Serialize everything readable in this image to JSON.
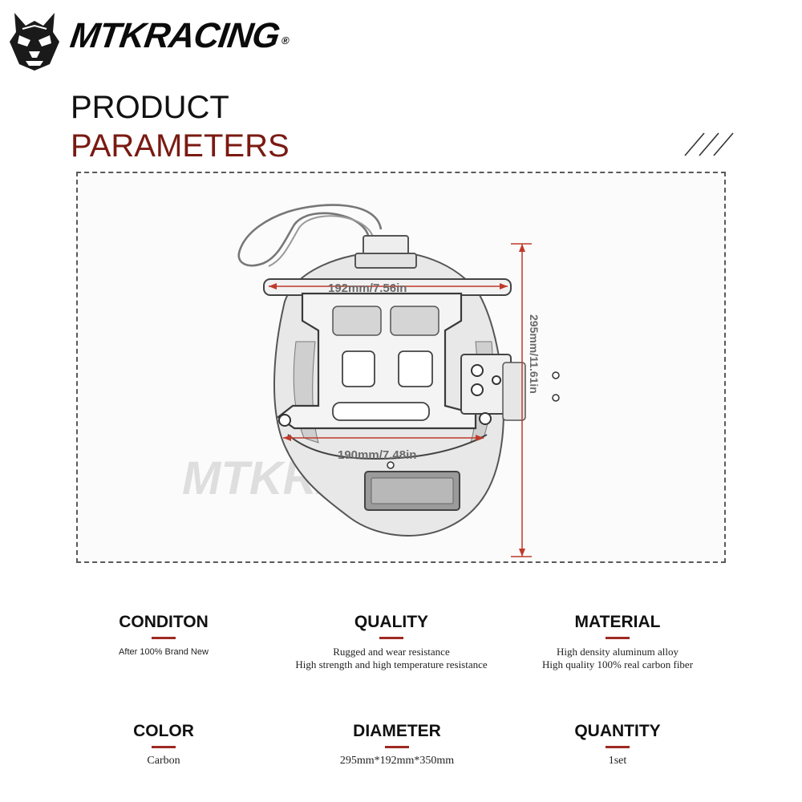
{
  "brand": {
    "name": "MTKRACING",
    "registered": "®",
    "logo_icon": "skull-mascot-icon",
    "watermark": "MTKRACING"
  },
  "title": {
    "line1": "PRODUCT",
    "line2": "PARAMETERS"
  },
  "decor": {
    "slashes_icon": "triple-slash-icon"
  },
  "colors": {
    "accent": "#7a1a12",
    "dimension_line": "#c0392b",
    "frame_border": "#5a5a5a"
  },
  "dimensions": {
    "top_width": "192mm/7.56in",
    "bottom_width": "190mm/7.48in",
    "height": "295mm/11.61in"
  },
  "specs": {
    "condition": {
      "label": "CONDITON",
      "lines": [
        "After 100% Brand New"
      ]
    },
    "quality": {
      "label": "QUALITY",
      "lines": [
        "Rugged and wear resistance",
        "High strength and high temperature resistance"
      ]
    },
    "material": {
      "label": "MATERIAL",
      "lines": [
        "High density aluminum alloy",
        "High quality 100% real carbon fiber"
      ]
    },
    "color": {
      "label": "COLOR",
      "lines": [
        "Carbon"
      ]
    },
    "diameter": {
      "label": "DIAMETER",
      "lines": [
        "295mm*192mm*350mm"
      ]
    },
    "quantity": {
      "label": "QUANTITY",
      "lines": [
        "1set"
      ]
    }
  }
}
